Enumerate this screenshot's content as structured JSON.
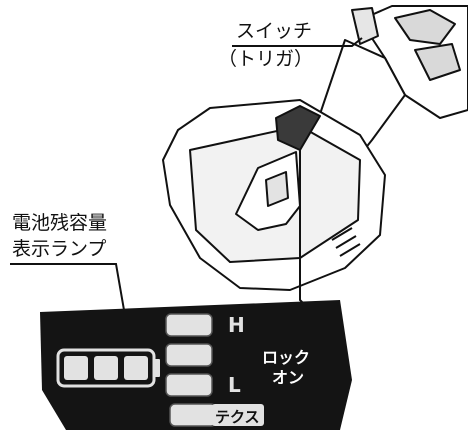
{
  "labels": {
    "switch_line1": "スイッチ",
    "switch_line2": "（トリガ）",
    "battery_line1": "電池残容量",
    "battery_line2": "表示ランプ"
  },
  "panel": {
    "mode_high": "H",
    "mode_low": "L",
    "lock_line1": "ロック",
    "lock_line2": "オン",
    "tex_label": "テクス",
    "battery_cells_lit": 3,
    "battery_cells_total": 3
  },
  "colors": {
    "panel_bg": "#141414",
    "lamp": "#e2e2e2",
    "line": "#111111",
    "tool_fill": "#ffffff",
    "tool_shade": "#cfcfcf"
  }
}
